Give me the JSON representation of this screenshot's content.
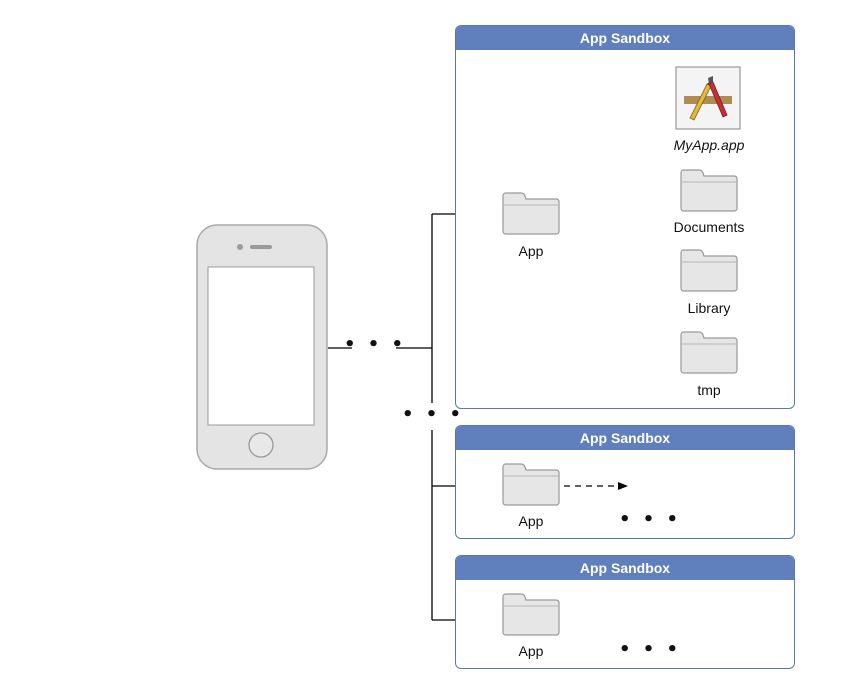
{
  "sandboxes": [
    {
      "title": "App Sandbox",
      "app_folder_label": "App",
      "contents": [
        {
          "label": "MyApp.app",
          "icon": "app-bundle-icon"
        },
        {
          "label": "Documents",
          "icon": "folder-icon"
        },
        {
          "label": "Library",
          "icon": "folder-icon"
        },
        {
          "label": "tmp",
          "icon": "folder-icon"
        }
      ]
    },
    {
      "title": "App Sandbox",
      "app_folder_label": "App",
      "more": "• • •"
    },
    {
      "title": "App Sandbox",
      "app_folder_label": "App",
      "more": "• • •"
    }
  ],
  "device": {
    "icon": "iphone-icon"
  },
  "connector_ellipsis": "• • •",
  "between_sandboxes_ellipsis": "• • •",
  "colors": {
    "sandbox_header": "#5f7fbd",
    "sandbox_border": "#5a79b4",
    "folder_fill": "#e6e6e6",
    "folder_stroke": "#9a9a9a",
    "device_fill": "#e4e4e4",
    "line": "#000000"
  }
}
